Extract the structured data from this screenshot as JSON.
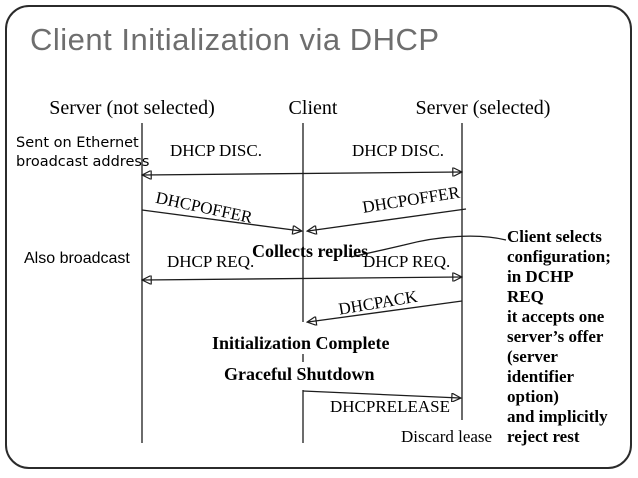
{
  "slide": {
    "title": "Client Initialization via DHCP"
  },
  "columns": {
    "server_not_selected": "Server (not selected)",
    "client": "Client",
    "server_selected": "Server (selected)"
  },
  "annotations": {
    "sent_on_ethernet": "Sent on Ethernet\nbroadcast address",
    "also_broadcast": "Also broadcast",
    "collects_replies": "Collects replies",
    "initialization_complete": "Initialization Complete",
    "graceful_shutdown": "Graceful Shutdown",
    "discard_lease": "Discard lease",
    "side_note": "Client selects\nconfiguration;\nin DCHP\nREQ\nit accepts one\nserver’s offer\n(server\nidentifier\noption)\nand implicitly\nreject rest"
  },
  "messages": {
    "disc_left": "DHCP DISC.",
    "disc_right": "DHCP DISC.",
    "offer_left": "DHCPOFFER",
    "offer_right": "DHCPOFFER",
    "req_left": "DHCP REQ.",
    "req_right": "DHCP REQ.",
    "ack": "DHCPACK",
    "release": "DHCPRELEASE"
  },
  "colors": {
    "title": "#6e6e6e",
    "line": "#1c1c1c",
    "text": "#000000",
    "background": "#ffffff"
  }
}
